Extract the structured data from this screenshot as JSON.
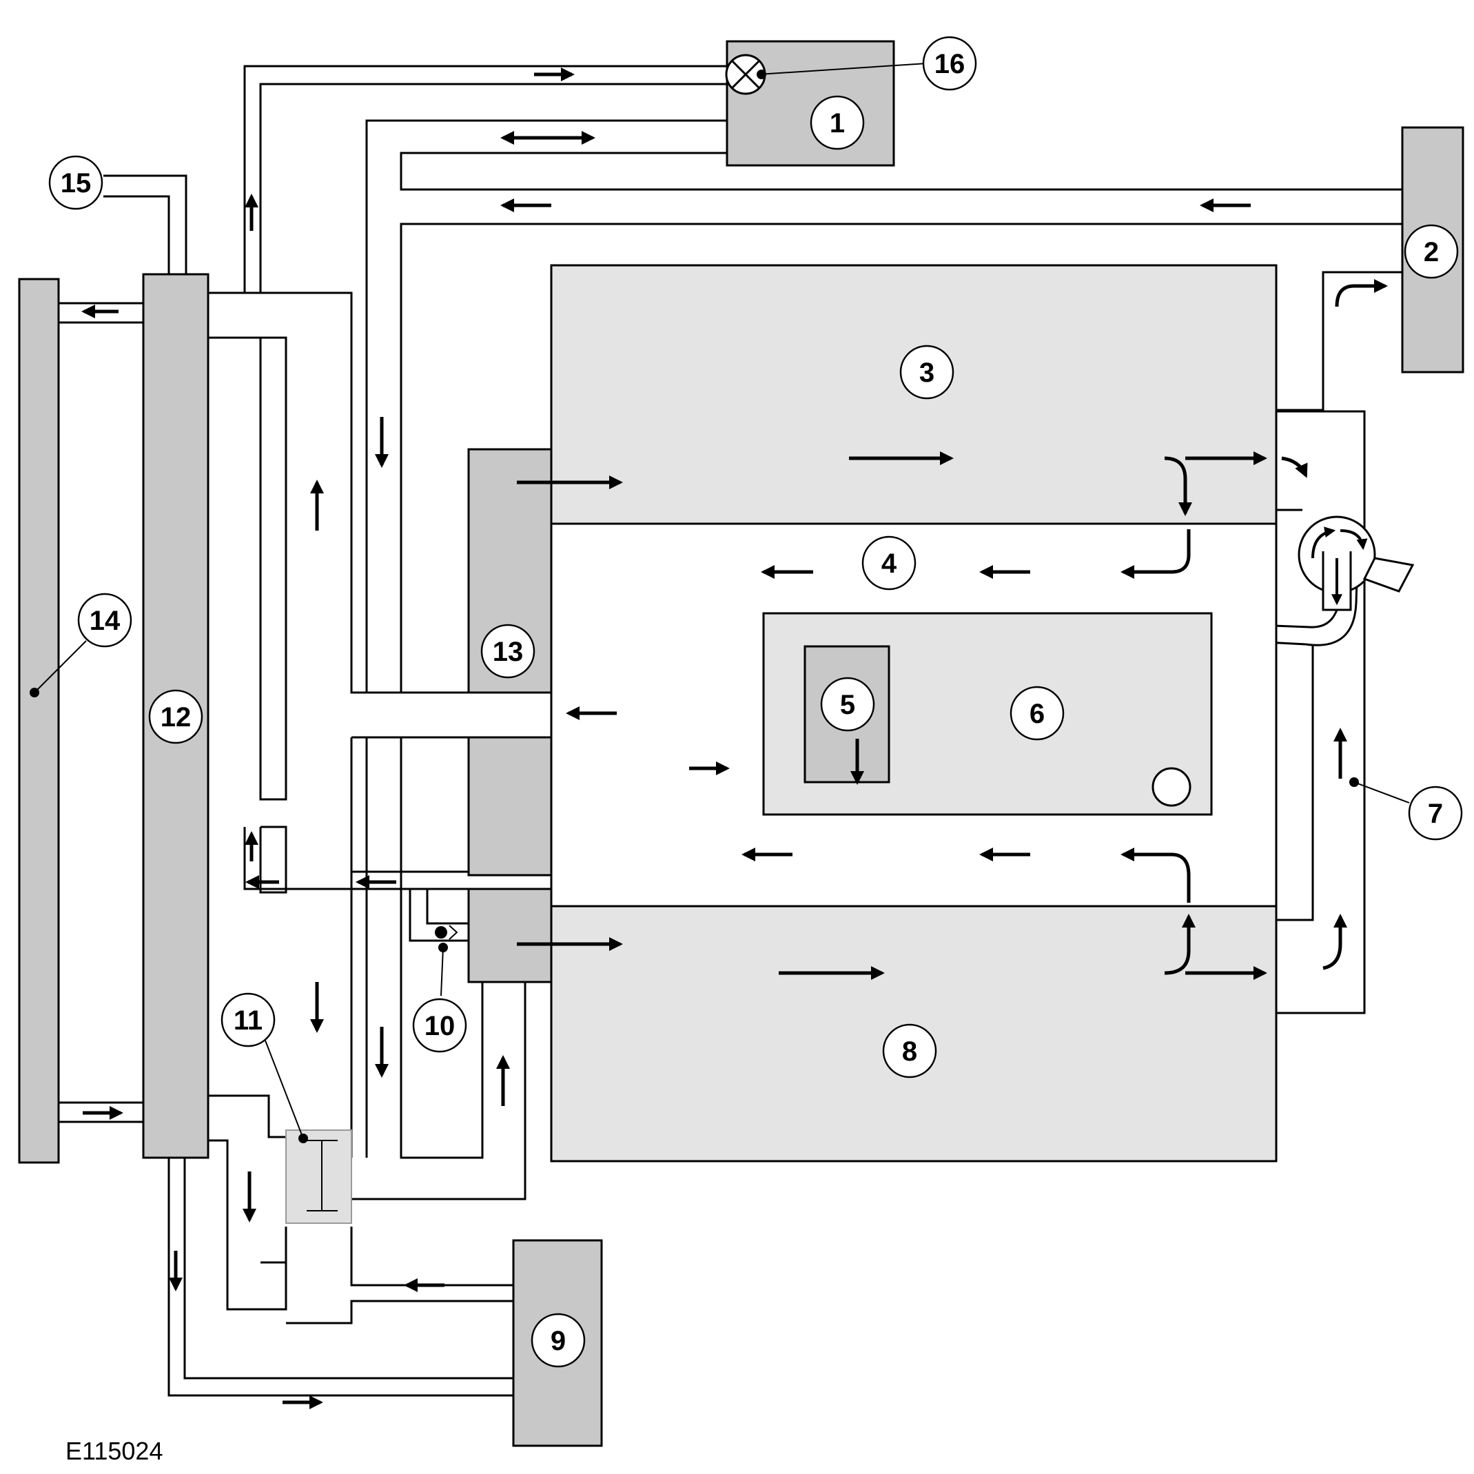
{
  "figure_id": "E115024",
  "colors": {
    "component_fill": "#c8c8c8",
    "engine_fill": "#e4e4e4",
    "line": "#000000",
    "background": "#ffffff"
  },
  "callouts": {
    "c1": "1",
    "c2": "2",
    "c3": "3",
    "c4": "4",
    "c5": "5",
    "c6": "6",
    "c7": "7",
    "c8": "8",
    "c9": "9",
    "c10": "10",
    "c11": "11",
    "c12": "12",
    "c13": "13",
    "c14": "14",
    "c15": "15",
    "c16": "16"
  },
  "icons": {
    "bleed_valve": "circle-cross-icon",
    "check_valve": "check-valve-icon",
    "flow_arrow": "arrow-icon"
  }
}
